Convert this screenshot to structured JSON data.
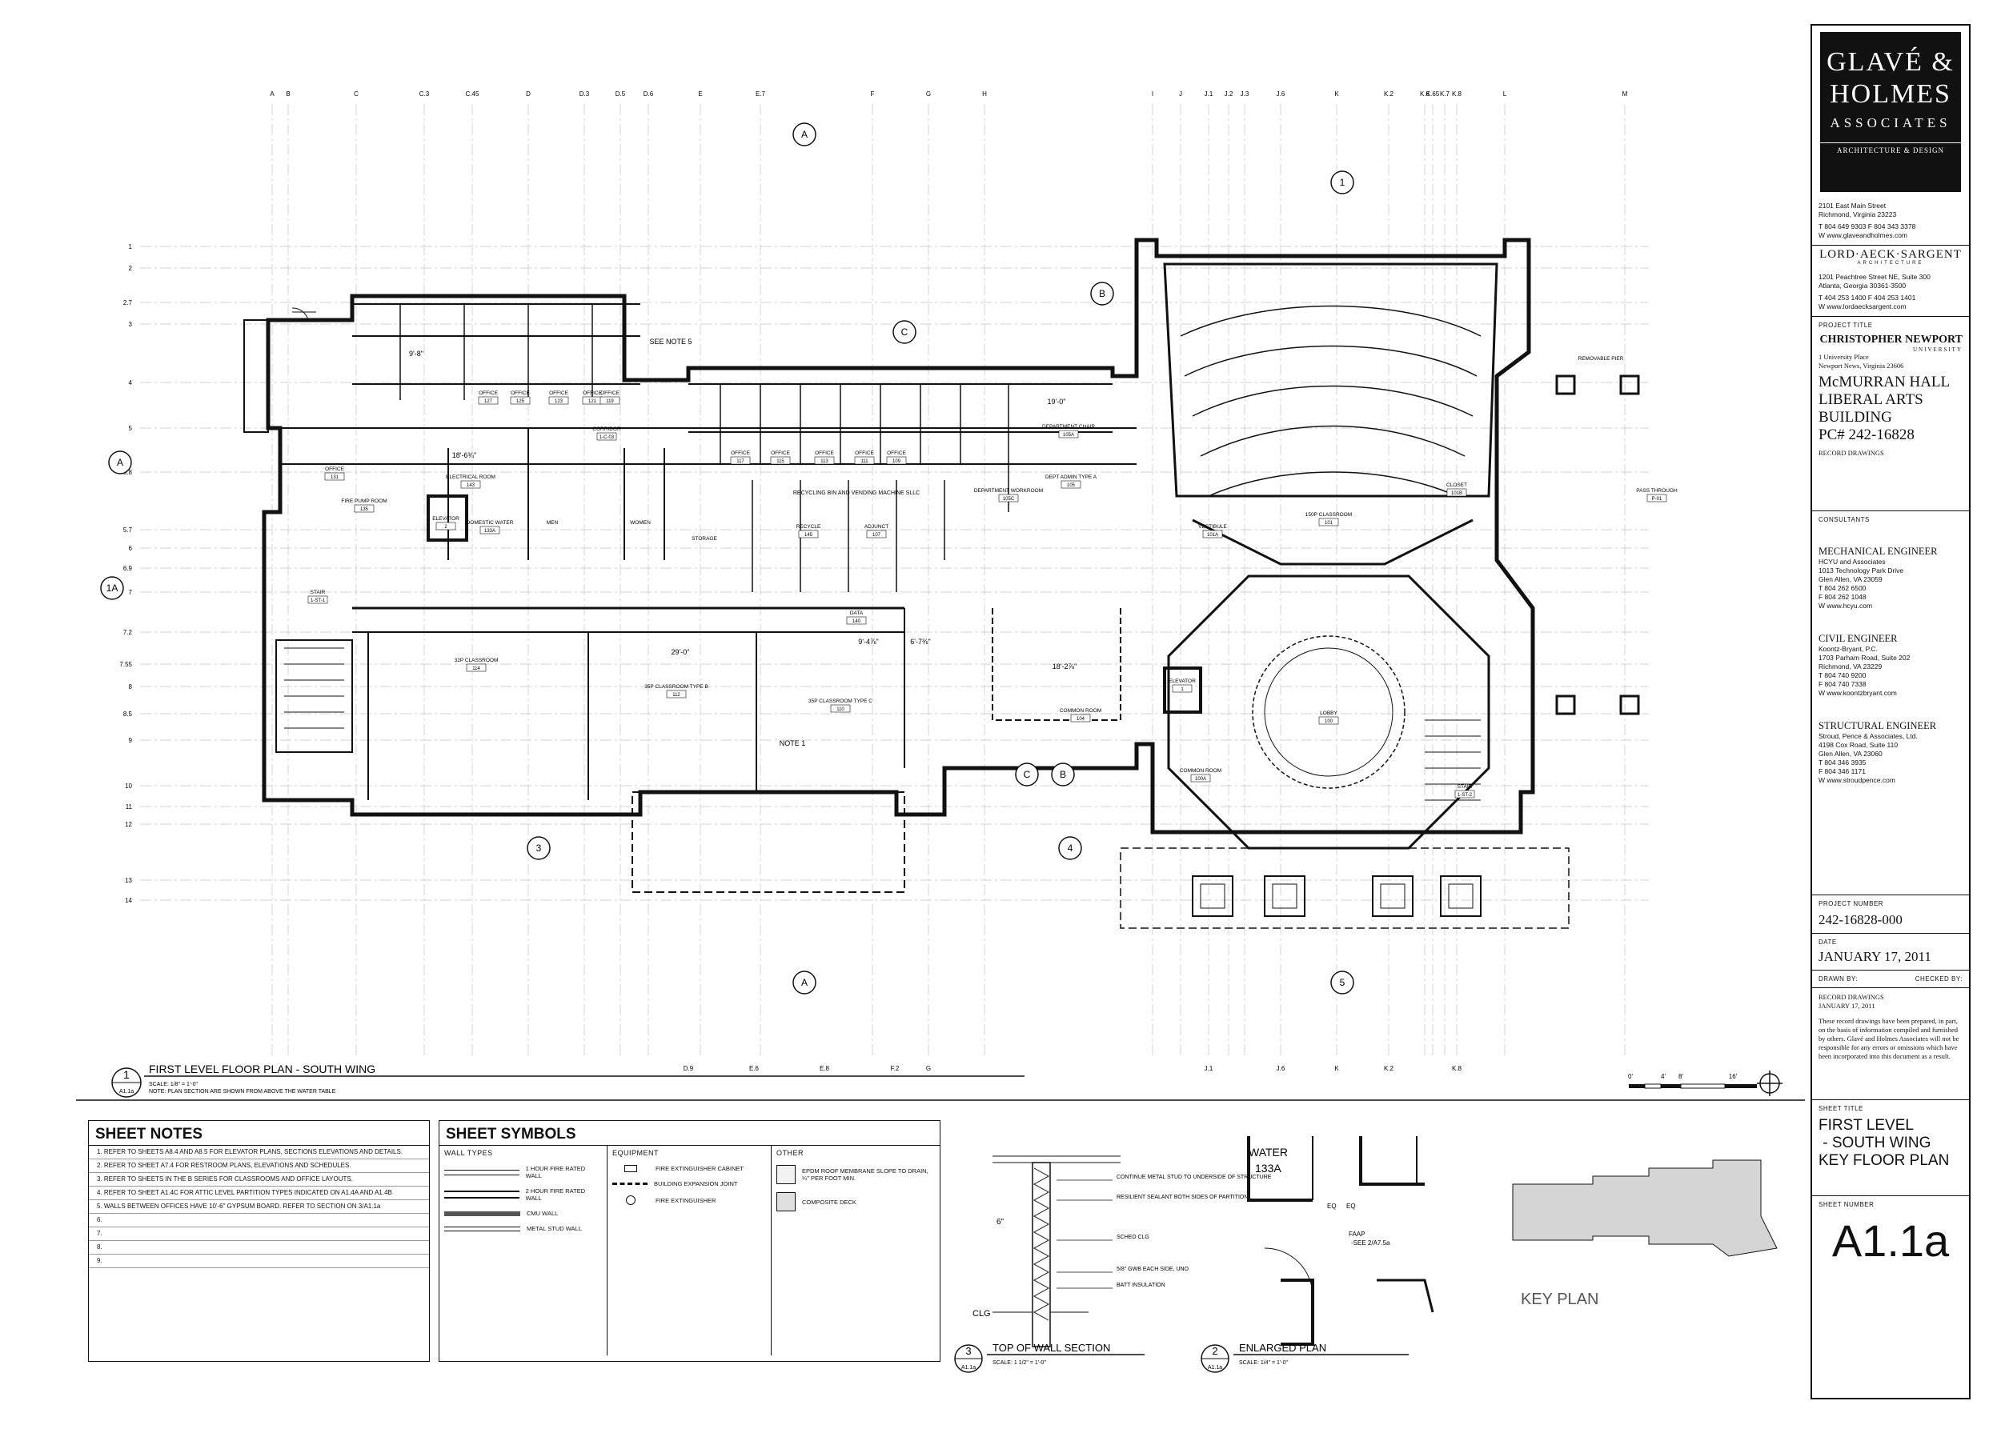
{
  "firm": {
    "name_line1": "GLAVÉ &",
    "name_line2": "HOLMES",
    "name_line3": "ASSOCIATES",
    "tagline": "ARCHITECTURE & DESIGN",
    "address1": "2101 East Main Street",
    "address2": "Richmond, Virginia 23223",
    "phone": "T   804 649 9303      F   804 343 3378",
    "web": "W   www.glaveandholmes.com"
  },
  "associate": {
    "name": "LORD·AECK·SARGENT",
    "sub": "ARCHITECTURE",
    "address1": "1201 Peachtree Street NE, Suite 300",
    "address2": "Atlanta, Georgia 30361-3500",
    "phone": "T   404 253 1400      F   404 253 1401",
    "web": "W   www.lordaecksargent.com"
  },
  "project": {
    "heading": "PROJECT TITLE",
    "client": "CHRISTOPHER NEWPORT",
    "client_sub": "UNIVERSITY",
    "client_addr1": "1 University Place",
    "client_addr2": "Newport News, Virginia 23606",
    "title1": "McMURRAN HALL",
    "title2": "LIBERAL ARTS",
    "title3": "BUILDING",
    "pc": "PC# 242-16828",
    "status": "RECORD DRAWINGS"
  },
  "consultants": {
    "heading": "CONSULTANTS",
    "items": [
      {
        "role": "MECHANICAL ENGINEER",
        "lines": [
          "HCYU and Associates",
          "1013 Technology Park Drive",
          "Glen Allen, VA 23059",
          "T  804 262 6500",
          "F  804 262 1048",
          "W  www.hcyu.com"
        ]
      },
      {
        "role": "CIVIL ENGINEER",
        "lines": [
          "Koontz-Bryant, P.C.",
          "1703 Parham Road, Suite 202",
          "Richmond, VA 23229",
          "T  804 740 9200",
          "F  804 740 7338",
          "W  www.koontzbryant.com"
        ]
      },
      {
        "role": "STRUCTURAL ENGINEER",
        "lines": [
          "Stroud, Pence & Associates, Ltd.",
          "4198 Cox Road, Suite 110",
          "Glen Allen, VA 23060",
          "T  804 346 3935",
          "F  804 346 1171",
          "W  www.stroudpence.com"
        ]
      }
    ]
  },
  "project_number": {
    "label": "PROJECT NUMBER",
    "value": "242-16828-000"
  },
  "date": {
    "label": "DATE",
    "value": "JANUARY 17, 2011"
  },
  "drawn_by": {
    "label": "DRAWN BY:",
    "checked": "CHECKED BY:"
  },
  "record": {
    "line1": "RECORD DRAWINGS",
    "line2": "JANUARY 17, 2011",
    "disclaimer": "These record drawings have been prepared, in part, on the basis of information compiled and furnished by others.  Glavé and Holmes Associates will not be responsible for any errors or omissions which have been incorporated into this document as a result."
  },
  "sheet_title": {
    "label": "SHEET TITLE",
    "line1": "FIRST LEVEL",
    "line2": " - SOUTH WING",
    "line3": "KEY FLOOR PLAN"
  },
  "sheet_number": {
    "label": "SHEET NUMBER",
    "value": "A1.1a"
  },
  "plan_title": {
    "num": "1",
    "ref": "A1.1a",
    "title": "FIRST LEVEL FLOOR PLAN - SOUTH WING",
    "scale": "SCALE: 1/8\" = 1'-0\"",
    "note": "NOTE: PLAN SECTION ARE SHOWN FROM ABOVE THE WATER TABLE"
  },
  "scale_bar": {
    "labels": [
      "0'",
      "4'",
      "8'",
      "16'"
    ]
  },
  "sheet_notes": {
    "title": "SHEET NOTES",
    "items": [
      "1.  REFER TO SHEETS A8.4 AND A8.5 FOR ELEVATOR PLANS, SECTIONS ELEVATIONS AND DETAILS.",
      "2.  REFER TO SHEET A7.4 FOR RESTROOM PLANS, ELEVATIONS AND SCHEDULES.",
      "3.  REFER TO SHEETS IN THE B SERIES FOR CLASSROOMS AND OFFICE LAYOUTS.",
      "4.  REFER TO SHEET A1.4C FOR ATTIC LEVEL PARTITION TYPES INDICATED ON A1.4A AND A1.4B",
      "5.  WALLS BETWEEN OFFICES HAVE 10'-6\" GYPSUM BOARD. REFER TO SECTION ON 3/A1.1a",
      "6.",
      "7.",
      "8.",
      "9."
    ]
  },
  "sheet_symbols": {
    "title": "SHEET SYMBOLS",
    "wall_types_heading": "WALL TYPES",
    "wall_types": [
      "1 HOUR FIRE RATED WALL",
      "2 HOUR FIRE RATED WALL",
      "CMU WALL",
      "METAL STUD WALL"
    ],
    "equipment_heading": "EQUIPMENT",
    "equipment": [
      "FIRE EXTINGUISHER CABINET",
      "BUILDING EXPANSION JOINT",
      "FIRE EXTINGUISHER"
    ],
    "other_heading": "OTHER",
    "other": [
      "EPDM ROOF MEMBRANE SLOPE TO DRAIN, ¼\" PER FOOT MIN.",
      "COMPOSITE DECK"
    ]
  },
  "wall_section": {
    "num": "3",
    "ref": "A1.1a",
    "title": "TOP OF WALL SECTION",
    "scale": "SCALE: 1 1/2\" = 1'-0\"",
    "labels": [
      "CONTINUE METAL STUD TO UNDERSIDE OF STRUCTURE",
      "RESILIENT SEALANT BOTH SIDES OF PARTITION",
      "SCHED CLG",
      "5/8\" GWB EACH SIDE, UNO",
      "BATT INSULATION"
    ],
    "clg": "CLG",
    "dim": "6\""
  },
  "enlarged_plan": {
    "num": "2",
    "ref": "A1.1a",
    "title": "ENLARGED PLAN",
    "scale": "SCALE: 1/4\" = 1'-0\"",
    "labels": [
      "WATER",
      "133A",
      "EQ",
      "EQ",
      "FAAP",
      "-SEE 2/A7.5a"
    ]
  },
  "key_plan": {
    "title": "KEY PLAN"
  },
  "grid_top": [
    "A",
    "B",
    "C",
    "C.3",
    "C.45",
    "D",
    "D.3",
    "D.5",
    "D.6",
    "E",
    "E.7",
    "F",
    "G",
    "H",
    "I",
    "J",
    "J.1",
    "J.2",
    "J.3",
    "J.6",
    "K",
    "K.2",
    "K.6",
    "K.65",
    "K.7",
    "K.8",
    "L",
    "M"
  ],
  "grid_left": [
    "1",
    "2",
    "2.7",
    "3",
    "4",
    "5",
    "5.8",
    "5.7",
    "6",
    "6.9",
    "7",
    "7.2",
    "7.55",
    "8",
    "8.5",
    "9",
    "10",
    "11",
    "12",
    "13",
    "14"
  ],
  "grid_bottom": [
    "D.9",
    "E.6",
    "E.8",
    "F.2",
    "G",
    "J.1",
    "J.6",
    "K",
    "K.2",
    "K.8"
  ],
  "rooms": [
    {
      "name": "OFFICE",
      "num": "127"
    },
    {
      "name": "OFFICE",
      "num": "125"
    },
    {
      "name": "OFFICE",
      "num": "123"
    },
    {
      "name": "OFFICE",
      "num": "121"
    },
    {
      "name": "OFFICE",
      "num": "119"
    },
    {
      "name": "OFFICE",
      "num": "117"
    },
    {
      "name": "OFFICE",
      "num": "115"
    },
    {
      "name": "OFFICE",
      "num": "113"
    },
    {
      "name": "OFFICE",
      "num": "111"
    },
    {
      "name": "OFFICE",
      "num": "109"
    },
    {
      "name": "OFFICE",
      "num": "131"
    },
    {
      "name": "ELECTRICAL ROOM",
      "num": "143"
    },
    {
      "name": "CORRIDOR",
      "num": "1-C-03"
    },
    {
      "name": "MEN",
      "num": ""
    },
    {
      "name": "WOMEN",
      "num": ""
    },
    {
      "name": "ELEVATOR",
      "num": "2"
    },
    {
      "name": "DOMESTIC WATER",
      "num": "133A"
    },
    {
      "name": "STAIR",
      "num": "1-ST-1"
    },
    {
      "name": "32P CLASSROOM",
      "num": "114"
    },
    {
      "name": "35P CLASSROOM TYPE B",
      "num": "112"
    },
    {
      "name": "35P CLASSROOM TYPE C",
      "num": "110"
    },
    {
      "name": "RECYCLE",
      "num": "145"
    },
    {
      "name": "ADJUNCT",
      "num": "107"
    },
    {
      "name": "DEPARTMENT WORKROOM",
      "num": "105C"
    },
    {
      "name": "DEPT ADMIN TYPE A",
      "num": "105"
    },
    {
      "name": "DEPARTMENT CHAIR",
      "num": "105A"
    },
    {
      "name": "COMMON ROOM",
      "num": "104"
    },
    {
      "name": "150P CLASSROOM",
      "num": "101"
    },
    {
      "name": "VESTIBULE",
      "num": "101A"
    },
    {
      "name": "CLOSET",
      "num": "101B"
    },
    {
      "name": "LOBBY",
      "num": "100"
    },
    {
      "name": "COMMON ROOM",
      "num": "100A"
    },
    {
      "name": "STAIR",
      "num": "1-ST-2"
    },
    {
      "name": "ELEVATOR",
      "num": "1"
    },
    {
      "name": "STORAGE",
      "num": ""
    },
    {
      "name": "FIRE PUMP ROOM",
      "num": "135"
    },
    {
      "name": "PASS THROUGH",
      "num": "P-01"
    },
    {
      "name": "REMOVABLE PIER",
      "num": ""
    },
    {
      "name": "DATA",
      "num": "140"
    }
  ],
  "plan_notes": [
    "NOTE 1",
    "SEE NOTE 5",
    "RECYCLING BIN AND VENDING MACHINE SLLC",
    "9'-8\"",
    "18'-6¾\"",
    "29'-0\"",
    "19'-0\"",
    "18'-2⅞\"",
    "9'-4⅞\"",
    "6'-7⅜\""
  ],
  "colors": {
    "ink": "#111111",
    "grid": "#b8b8b8",
    "title_bg": "#111111"
  }
}
